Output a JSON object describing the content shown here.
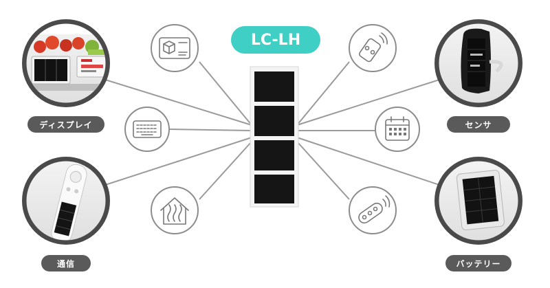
{
  "title": "LC-LH",
  "accent_color": "#3fcfc5",
  "applications": [
    {
      "label": "ディスプレイ",
      "icon": "electronic-shelf-label-photo"
    },
    {
      "label": "センサ",
      "icon": "smart-band-photo"
    },
    {
      "label": "通信",
      "icon": "remote-controller-photo"
    },
    {
      "label": "バッテリー",
      "icon": "solar-power-bank-photo"
    }
  ],
  "icons": [
    "payment-card-icon",
    "keyboard-icon",
    "home-heating-icon",
    "car-key-icon",
    "calendar-icon",
    "remote-icon"
  ]
}
